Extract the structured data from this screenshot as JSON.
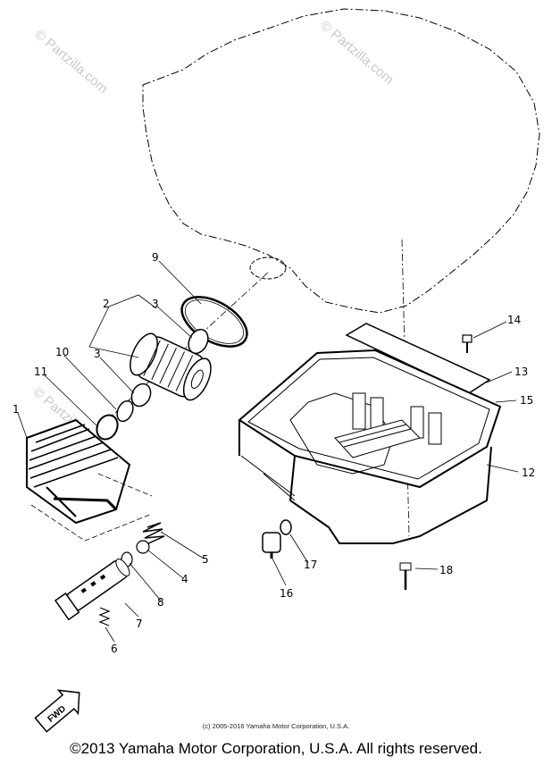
{
  "watermark": "© Partzilla.com",
  "callouts": [
    "1",
    "2",
    "3",
    "3",
    "4",
    "5",
    "6",
    "7",
    "8",
    "9",
    "10",
    "11",
    "12",
    "13",
    "14",
    "15",
    "16",
    "17",
    "18"
  ],
  "fwd_mark": "FWD",
  "diagram_copyright": "(c) 2005-2016 Yamaha Motor Corporation, U.S.A.",
  "footer_copyright": "©2013 Yamaha Motor Corporation, U.S.A. All rights reserved."
}
